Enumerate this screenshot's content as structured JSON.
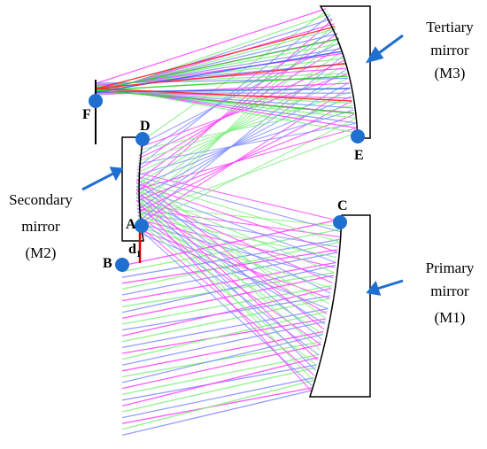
{
  "labels": {
    "tertiary": [
      "Tertiary",
      "mirror",
      "(M3)"
    ],
    "secondary": [
      "Secondary",
      "mirror",
      "(M2)"
    ],
    "primary": [
      "Primary",
      "mirror",
      "(M1)"
    ]
  },
  "points": {
    "A": "A",
    "B": "B",
    "C": "C",
    "D": "D",
    "E": "E",
    "F": "F",
    "d1": "d",
    "d1_sub": "1"
  },
  "colors": {
    "ray_colors": [
      "#ff3cff",
      "#7cf07c",
      "#7f8cff",
      "#ff2020",
      "#2ad42a",
      "#3a5cff"
    ],
    "point_fill": "#1f6fd1",
    "arrow": "#1f6fd1",
    "mirror_stroke": "#000000"
  }
}
